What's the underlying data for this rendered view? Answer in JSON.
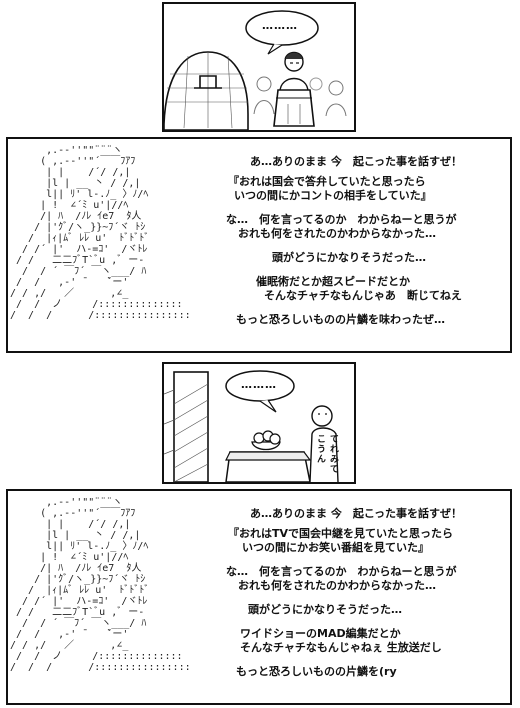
{
  "panel1": {
    "bubble": "………"
  },
  "panel2": {
    "lines": [
      "あ…ありのまま 今　起こった事を話すぜ！",
      "『おれは国会で答弁していたと思ったら",
      "いつの間にかコントの相手をしていた』",
      "な…　何を言ってるのか　わからねーと思うが",
      "おれも何をされたのかわからなかった…",
      "頭がどうにかなりそうだった…",
      "催眠術だとか超スピードだとか",
      "そんなチャチなもんじゃあ　断じてねえ",
      "もっと恐ろしいものの片鱗を味わったぜ…"
    ]
  },
  "panel3": {
    "bubble": "………",
    "sign": "てれみてこうん"
  },
  "panel4": {
    "lines": [
      "あ…ありのまま 今　起こった事を話すぜ！",
      "『おれはTVで国会中継を見ていたと思ったら",
      "いつの間にかお笑い番組を見ていた』",
      "な…　何を言ってるのか　わからねーと思うが",
      "おれも何をされたのかわからなかった…",
      "頭がどうにかなりそうだった…",
      "ワイドショーのMAD編集だとか",
      "そんなチャチなもんじゃねぇ 生放送だし",
      "もっと恐ろしいものの片鱗を(ry"
    ]
  }
}
